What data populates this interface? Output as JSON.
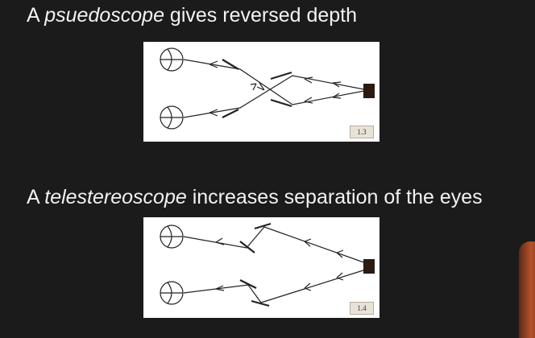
{
  "slide": {
    "heading1": {
      "prefix": "A ",
      "term": "psuedoscope",
      "suffix": " gives reversed depth"
    },
    "heading2": {
      "prefix": "A ",
      "term": "telestereoscope",
      "suffix": " increases separation of the eyes"
    },
    "figure1": {
      "label": "1.3"
    },
    "figure2": {
      "label": "1.4"
    }
  },
  "colors": {
    "background": "#1b1b1b",
    "text": "#f2f2f2",
    "panel": "#ffffff"
  }
}
